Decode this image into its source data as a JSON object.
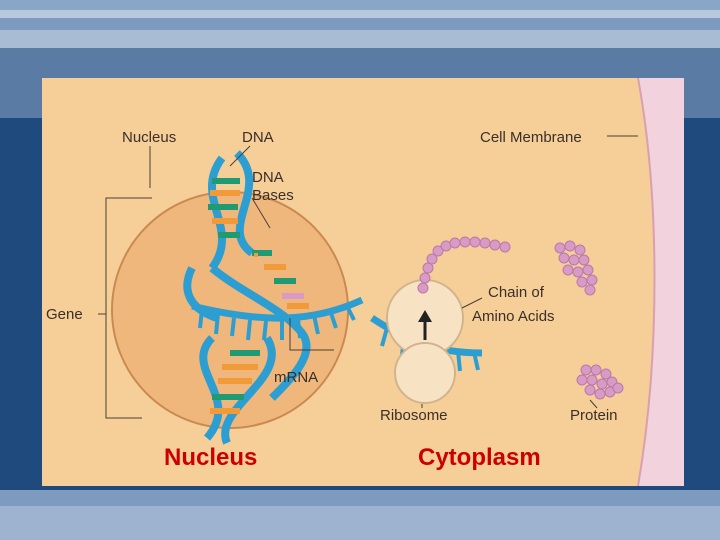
{
  "diagram": {
    "labels": {
      "nucleus": "Nucleus",
      "dna": "DNA",
      "dna_bases_line1": "DNA",
      "dna_bases_line2": "Bases",
      "cell_membrane": "Cell Membrane",
      "gene": "Gene",
      "chain_line1": "Chain of",
      "chain_line2": "Amino Acids",
      "mrna": "mRNA",
      "ribosome": "Ribosome",
      "protein": "Protein"
    },
    "colors": {
      "cytoplasm": "#f6cf98",
      "nucleus": "#f0b77c",
      "membrane": "#f2d2dc",
      "dna_strand": "#2c9ed1",
      "base_green": "#1f9a73",
      "base_orange": "#f09a3a",
      "amino_acid": "#d99ac6",
      "ribosome": "#f7e3c4"
    }
  },
  "captions": {
    "left": "Nucleus",
    "right": "Cytoplasm"
  }
}
